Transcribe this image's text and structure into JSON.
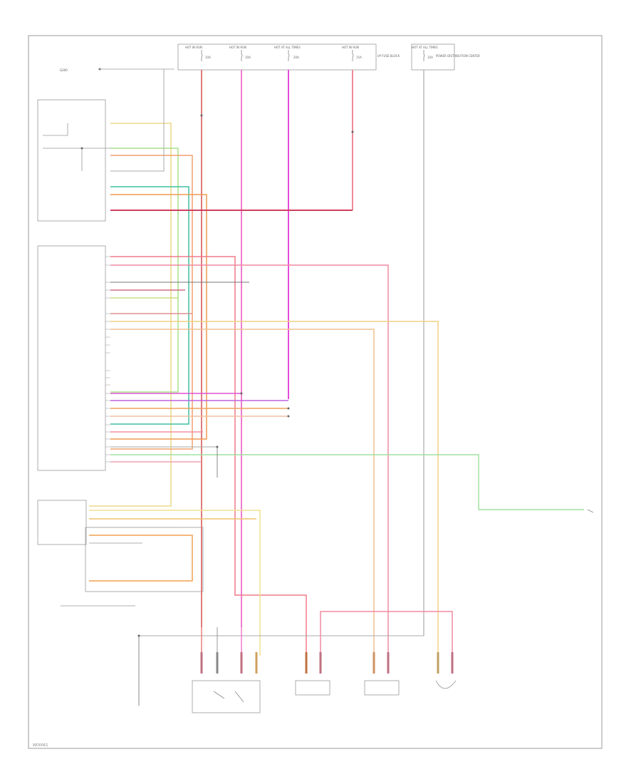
{
  "fuse_block": {
    "fuses": [
      {
        "header": "HOT IN RUN",
        "amps": "10A"
      },
      {
        "header": "HOT IN RUN",
        "amps": "10A"
      },
      {
        "header": "HOT AT ALL TIMES",
        "amps": "20A"
      },
      {
        "header": "HOT IN RUN",
        "amps": "15A"
      }
    ],
    "block_name": "I/P FUSE BLOCK",
    "extra_header": "HOT AT ALL TIMES",
    "extra_amps": "10A",
    "extra_name": "POWER DISTRIBUTION CENTER"
  },
  "ground_ref": "G200",
  "code": "WD0061"
}
